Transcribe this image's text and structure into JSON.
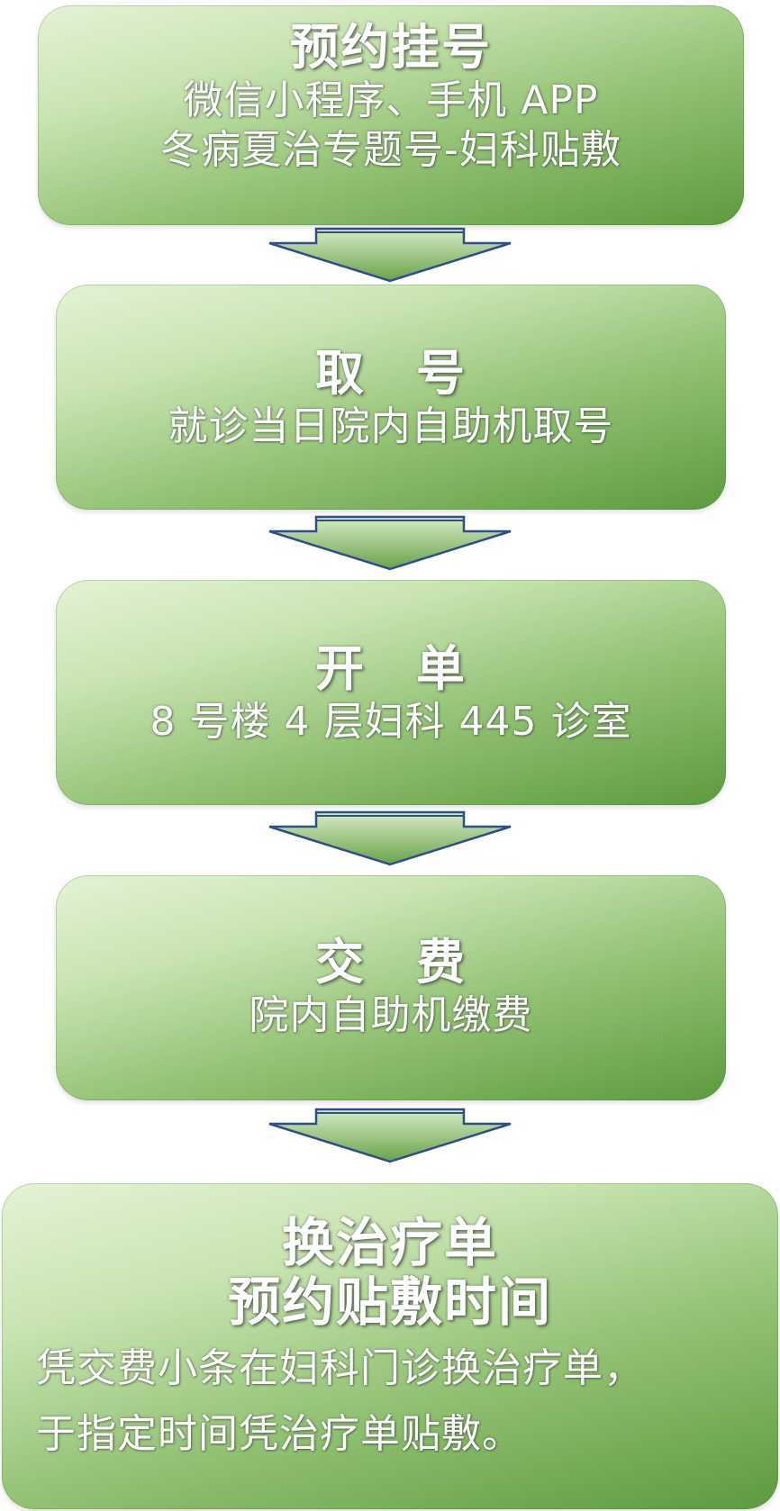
{
  "steps": [
    {
      "title": "预约挂号",
      "lines": [
        "微信小程序、手机 APP",
        "冬病夏治专题号-妇科贴敷"
      ]
    },
    {
      "title": "取　号",
      "lines": [
        "就诊当日院内自助机取号"
      ]
    },
    {
      "title": "开　单",
      "lines": [
        "8 号楼 4 层妇科 445 诊室"
      ]
    },
    {
      "title": "交　费",
      "lines": [
        "院内自助机缴费"
      ]
    },
    {
      "title_lines": [
        "换治疗单",
        "预约贴敷时间"
      ],
      "lines": [
        "凭交费小条在妇科门诊换治疗单，",
        "于指定时间凭治疗单贴敷。"
      ]
    }
  ],
  "colors": {
    "box_light": "#e4f2d6",
    "box_dark": "#5d9a3e",
    "arrow_light": "#d6ebc4",
    "arrow_dark": "#6aa24a",
    "arrow_stroke": "#2e4f8a",
    "text": "#ffffff"
  }
}
